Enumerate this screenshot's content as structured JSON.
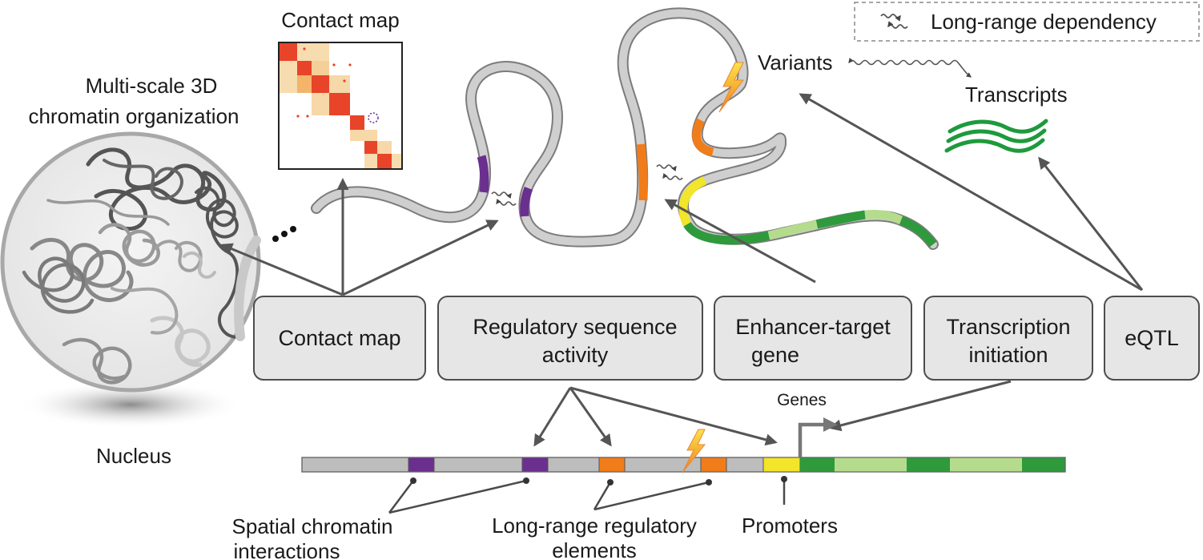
{
  "labels": {
    "contact_map_title": "Contact map",
    "multiscale_line1": "Multi-scale 3D",
    "multiscale_line2": "chromatin organization",
    "nucleus": "Nucleus",
    "legend": "Long-range dependency",
    "variants": "Variants",
    "transcripts": "Transcripts",
    "genes": "Genes",
    "spatial_line1": "Spatial chromatin",
    "spatial_line2": "interactions",
    "longrange_line1": "Long-range regulatory",
    "longrange_line2": "elements",
    "promoters": "Promoters"
  },
  "tasks": [
    {
      "line1": "Contact map",
      "line2": ""
    },
    {
      "line1": "Regulatory sequence",
      "line2": "activity"
    },
    {
      "line1": "Enhancer-target",
      "line2": "gene"
    },
    {
      "line1": "Transcription",
      "line2": "initiation"
    },
    {
      "line1": "eQTL",
      "line2": ""
    }
  ],
  "colors": {
    "spatial": "#6b2f8f",
    "regulatory": "#f07d1a",
    "promoter": "#f2e52a",
    "gene_dark": "#2e9a3c",
    "gene_light": "#b5dc8d",
    "fiber": "#c8c8c8",
    "transcripts": "#1e9a3c"
  }
}
